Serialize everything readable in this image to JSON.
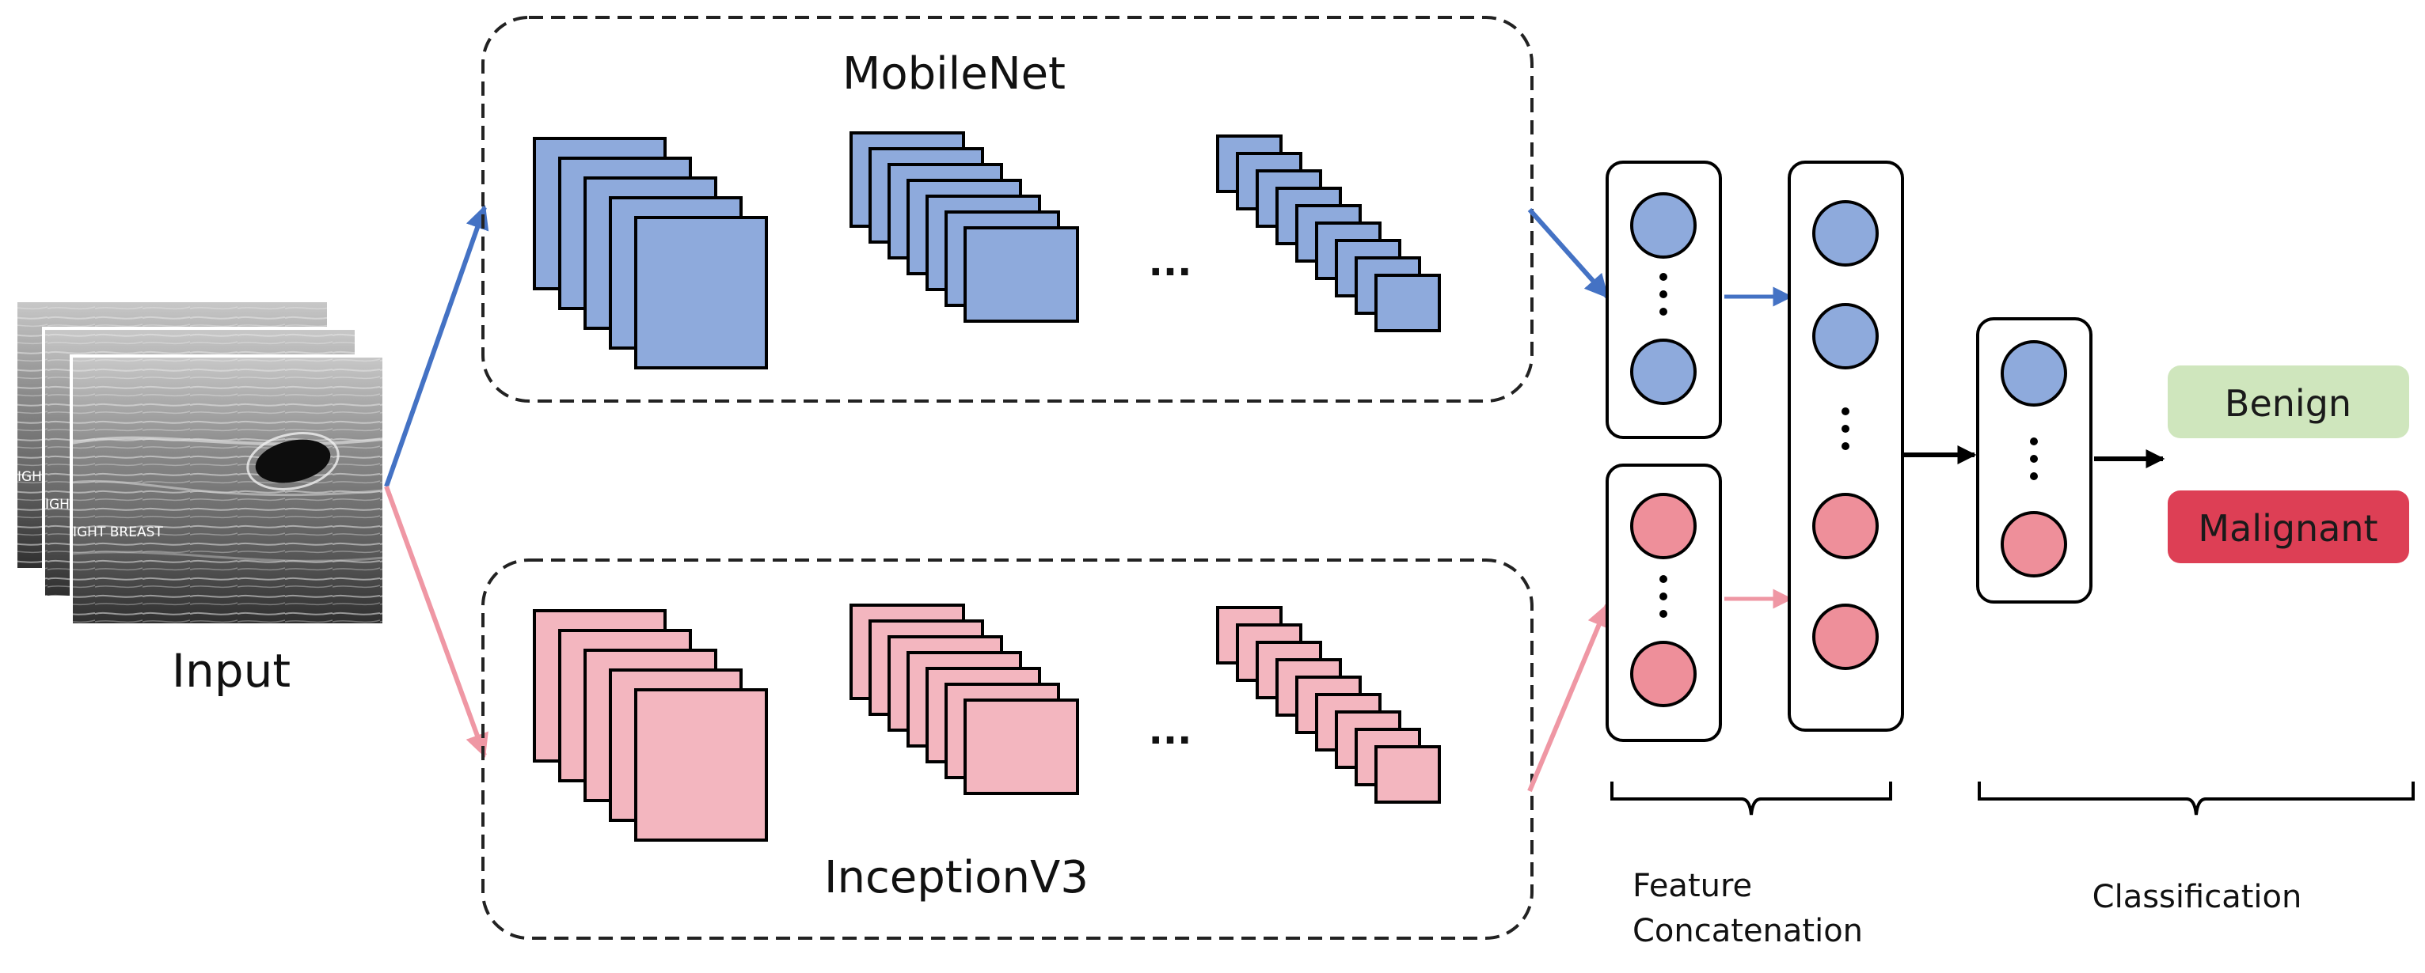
{
  "labels": {
    "input": "Input",
    "mobilenet": "MobileNet",
    "inception": "InceptionV3",
    "ellipsis": "...",
    "feature_line1": "Feature",
    "feature_line2": "Concatenation",
    "classification": "Classification"
  },
  "ultrasound_overlay": {
    "text_back": "IGH",
    "text_mid": "IGH",
    "text_front": "IGHT BREAST"
  },
  "outputs": [
    {
      "label": "Benign",
      "color": "#cfe6bd"
    },
    {
      "label": "Malignant",
      "color": "#dd3f55"
    }
  ],
  "colors": {
    "mobilenet_fill": "#8eaadc",
    "mobilenet_arrow": "#4472c4",
    "inception_fill": "#f3b6bf",
    "inception_arrow": "#ef97a4",
    "blue_node": "#8eaadc",
    "pink_node": "#ee8f9a",
    "stroke": "#000000"
  }
}
